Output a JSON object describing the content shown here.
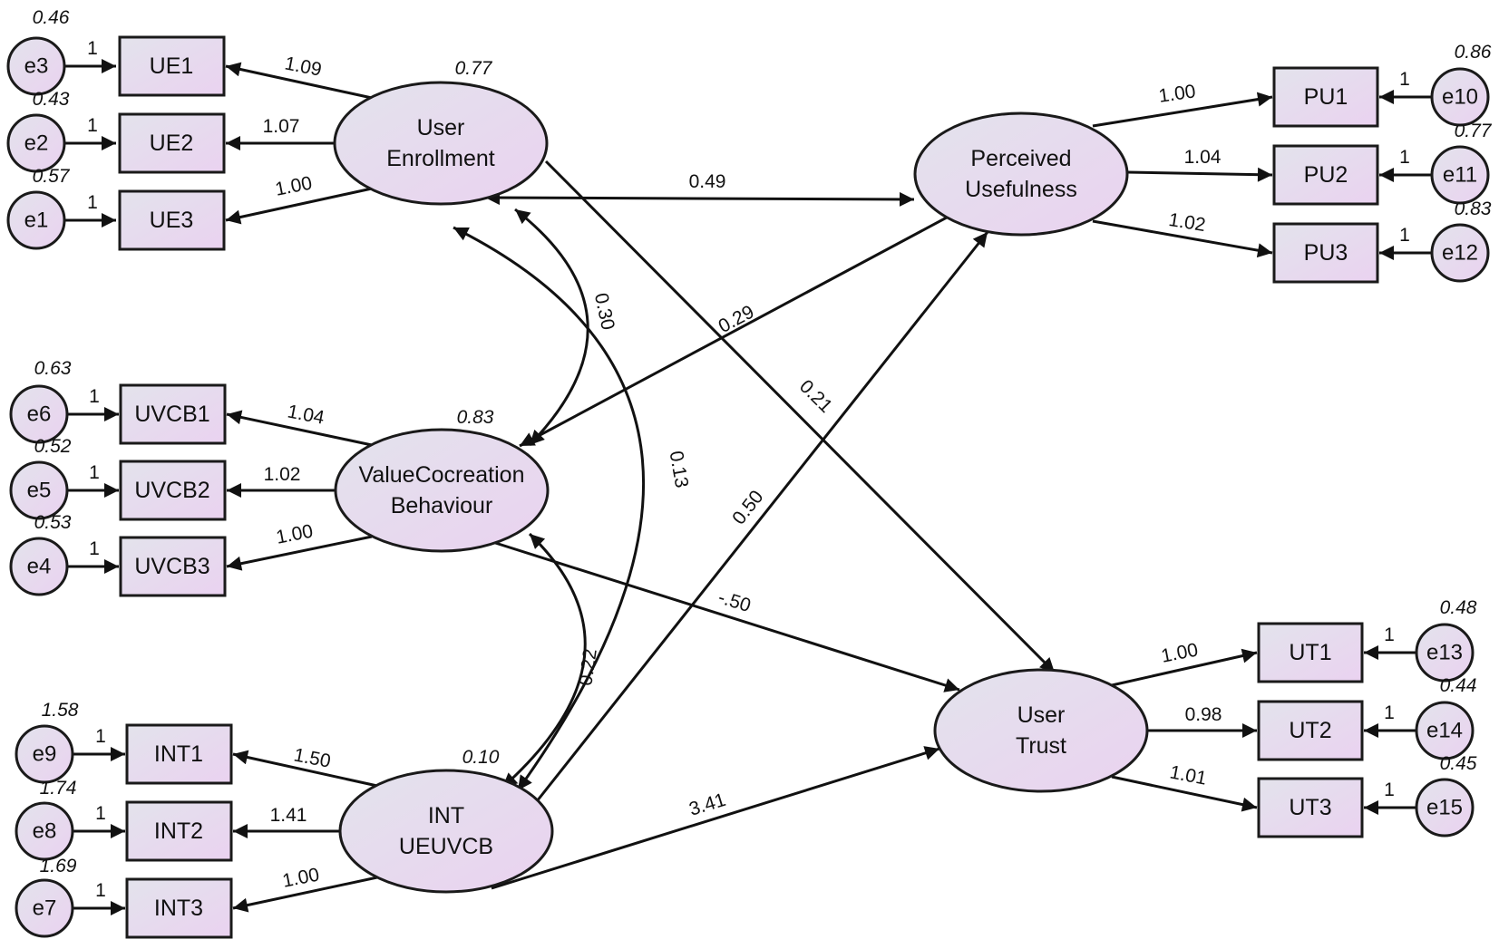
{
  "latents": {
    "UE": {
      "line1": "User",
      "line2": "Enrollment",
      "variance": "0.77"
    },
    "UVCB": {
      "line1": "ValueCocreation",
      "line2": "Behaviour",
      "variance": "0.83"
    },
    "INT": {
      "line1": "INT",
      "line2": "UEUVCB",
      "variance": "0.10"
    },
    "PU": {
      "line1": "Perceived",
      "line2": "Usefulness"
    },
    "UT": {
      "line1": "User",
      "line2": "Trust"
    }
  },
  "indicators": {
    "UE1": "UE1",
    "UE2": "UE2",
    "UE3": "UE3",
    "UVCB1": "UVCB1",
    "UVCB2": "UVCB2",
    "UVCB3": "UVCB3",
    "INT1": "INT1",
    "INT2": "INT2",
    "INT3": "INT3",
    "PU1": "PU1",
    "PU2": "PU2",
    "PU3": "PU3",
    "UT1": "UT1",
    "UT2": "UT2",
    "UT3": "UT3"
  },
  "errors": {
    "e1": {
      "name": "e1",
      "variance": "0.57"
    },
    "e2": {
      "name": "e2",
      "variance": "0.43"
    },
    "e3": {
      "name": "e3",
      "variance": "0.46"
    },
    "e4": {
      "name": "e4",
      "variance": "0.53"
    },
    "e5": {
      "name": "e5",
      "variance": "0.52"
    },
    "e6": {
      "name": "e6",
      "variance": "0.63"
    },
    "e7": {
      "name": "e7",
      "variance": "1.69"
    },
    "e8": {
      "name": "e8",
      "variance": "1.74"
    },
    "e9": {
      "name": "e9",
      "variance": "1.58"
    },
    "e10": {
      "name": "e10",
      "variance": "0.86"
    },
    "e11": {
      "name": "e11",
      "variance": "0.77"
    },
    "e12": {
      "name": "e12",
      "variance": "0.83"
    },
    "e13": {
      "name": "e13",
      "variance": "0.48"
    },
    "e14": {
      "name": "e14",
      "variance": "0.44"
    },
    "e15": {
      "name": "e15",
      "variance": "0.45"
    }
  },
  "fixed_path": "1",
  "loadings": {
    "UE1": "1.09",
    "UE2": "1.07",
    "UE3": "1.00",
    "UVCB1": "1.04",
    "UVCB2": "1.02",
    "UVCB3": "1.00",
    "INT1": "1.50",
    "INT2": "1.41",
    "INT3": "1.00",
    "PU1": "1.00",
    "PU2": "1.04",
    "PU3": "1.02",
    "UT1": "1.00",
    "UT2": "0.98",
    "UT3": "1.01"
  },
  "structural": {
    "UE_PU": "0.49",
    "UE_UT": "0.21",
    "UVCB_PU": "0.29",
    "INT_PU": "0.50",
    "UVCB_UT": "-.50",
    "INT_UT": "3.41"
  },
  "covariances": {
    "UE_UVCB": "0.30",
    "UE_INT": "0.13",
    "UVCB_INT": "0.22"
  },
  "colors": {
    "fill_start": "#e3e3ec",
    "fill_end": "#ead2f0",
    "stroke": "#1a1a1a"
  }
}
